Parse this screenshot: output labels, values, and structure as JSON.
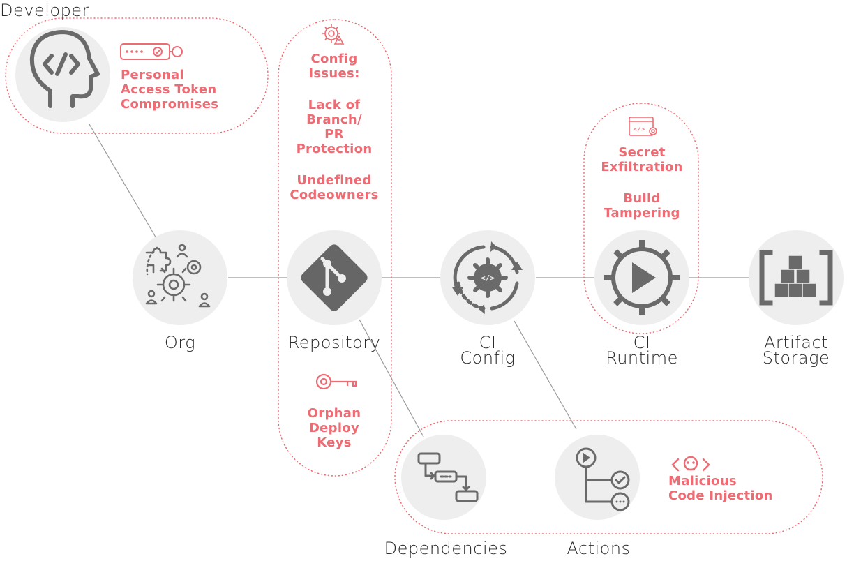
{
  "nodes": {
    "developer": "Developer",
    "org": "Org",
    "repository": "Repository",
    "ci_config": "CI\nConfig",
    "ci_runtime": "CI\nRuntime",
    "artifact_storage": "Artifact\nStorage",
    "dependencies": "Dependencies",
    "actions": "Actions"
  },
  "risks": {
    "pat": "Personal\nAccess Token\nCompromises",
    "config_issues": "Config\nIssues:",
    "branch_protection": "Lack of\nBranch/\nPR\nProtection",
    "codeowners": "Undefined\nCodeowners",
    "deploy_keys": "Orphan\nDeploy\nKeys",
    "secret_exfil": "Secret\nExfiltration",
    "build_tamper": "Build\nTampering",
    "code_injection": "Malicious\nCode Injection"
  },
  "colors": {
    "accent": "#ef6b73",
    "circle": "#eeeeee",
    "icon": "#6a6a6a",
    "line": "#9a9a9a"
  }
}
